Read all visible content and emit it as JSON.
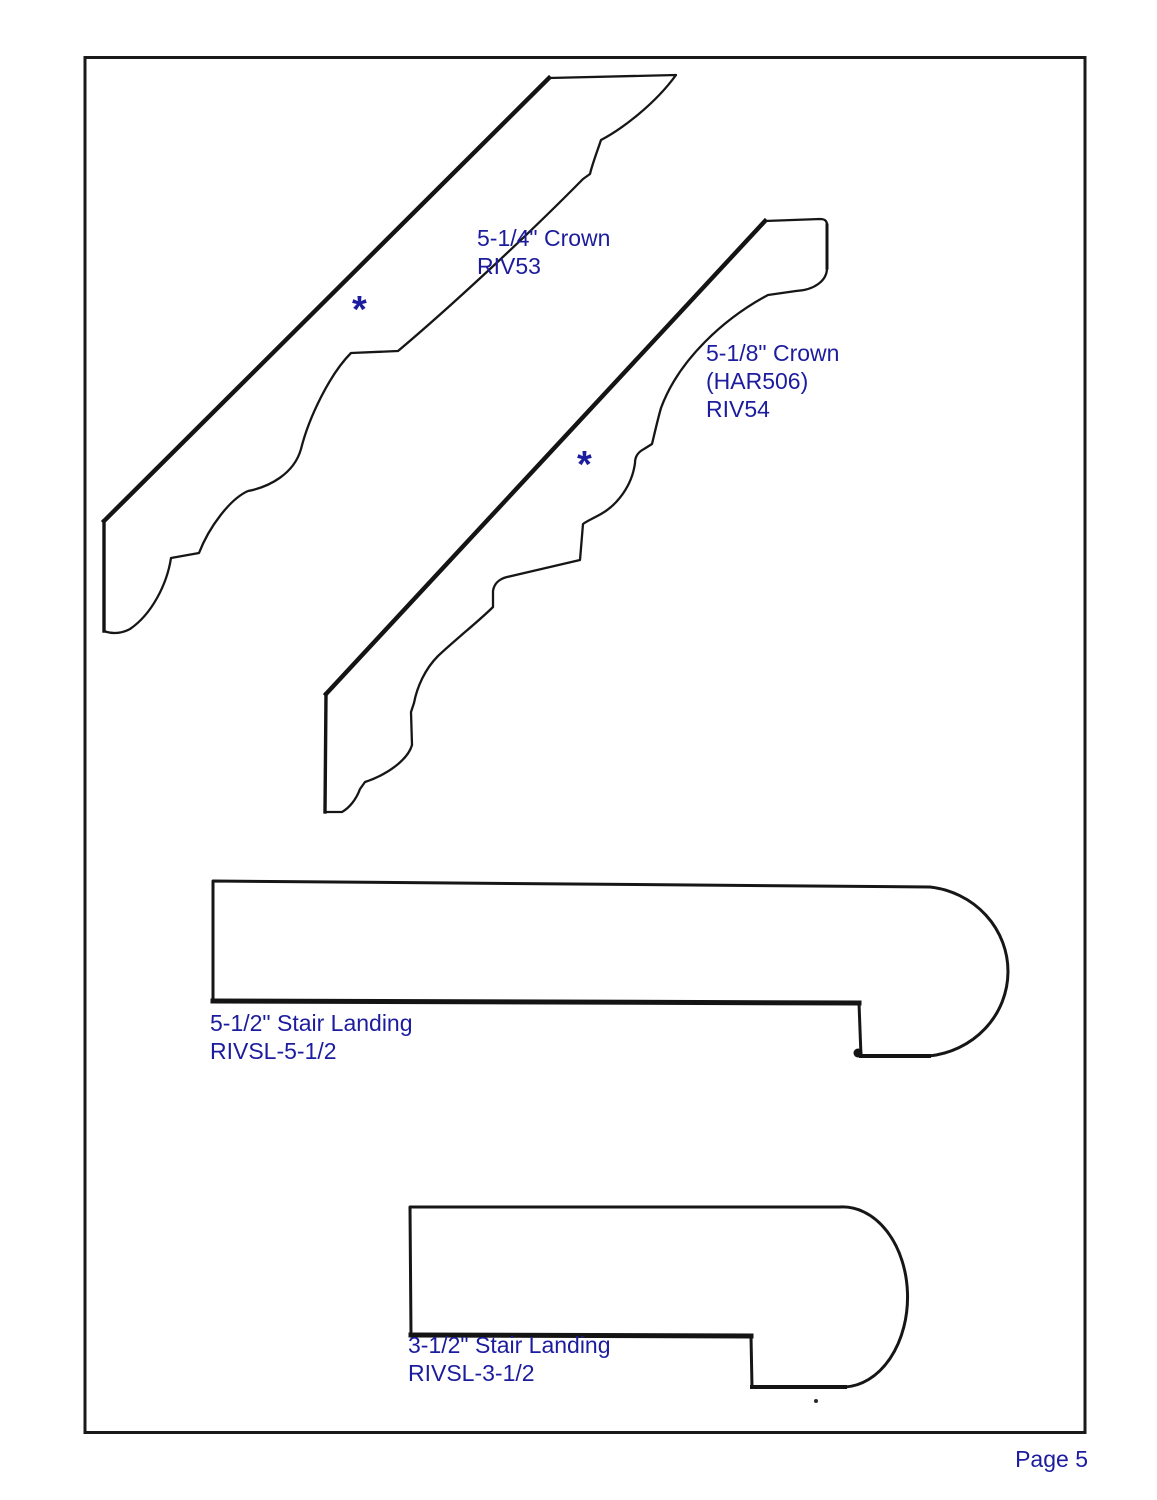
{
  "document": {
    "page_number_label": "Page 5"
  },
  "profiles": {
    "riv53": {
      "marker": "*",
      "label_lines": [
        "5-1/4\" Crown",
        "RIV53"
      ]
    },
    "riv54": {
      "marker": "*",
      "label_lines": [
        "5-1/8\" Crown",
        "(HAR506)",
        "RIV54"
      ]
    },
    "rivsl_5_1_2": {
      "label_lines": [
        "5-1/2\" Stair Landing",
        "RIVSL-5-1/2"
      ]
    },
    "rivsl_3_1_2": {
      "label_lines": [
        "3-1/2\" Stair Landing",
        "RIVSL-3-1/2"
      ]
    }
  },
  "colors": {
    "label_text": "#1c1c9e",
    "drawing_line": "#161616",
    "page_background": "#ffffff"
  }
}
